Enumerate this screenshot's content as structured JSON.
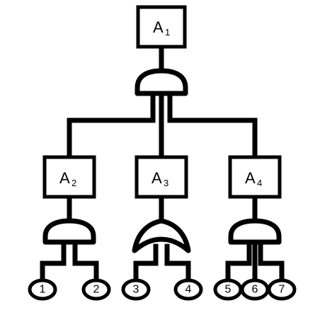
{
  "events": {
    "top": {
      "label": "A",
      "sub": "1"
    },
    "mid_left": {
      "label": "A",
      "sub": "2"
    },
    "mid_center": {
      "label": "A",
      "sub": "3"
    },
    "mid_right": {
      "label": "A",
      "sub": "4"
    }
  },
  "gates": {
    "top": "and",
    "left": "and",
    "center": "or",
    "right": "and"
  },
  "basic_events": [
    "1",
    "2",
    "3",
    "4",
    "5",
    "6",
    "7"
  ]
}
